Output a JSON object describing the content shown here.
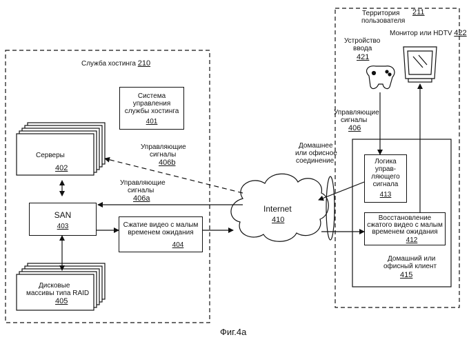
{
  "hosting": {
    "label": "Служба хостинга",
    "number": "210"
  },
  "user_territory": {
    "label_line1": "Территория",
    "label_line2": "пользователя",
    "number": "211"
  },
  "hosting_control_system": {
    "line1": "Система",
    "line2": "управления",
    "line3": "службы хостинга",
    "number": "401"
  },
  "servers": {
    "label": "Серверы",
    "number": "402"
  },
  "san": {
    "label": "SAN",
    "number": "403"
  },
  "video_compression": {
    "line1": "Сжатие видео с малым",
    "line2": "временем ожидания",
    "number": "404"
  },
  "raid": {
    "line1": "Дисковые",
    "line2": "массивы типа RAID",
    "number": "405"
  },
  "control_signals_406a": {
    "line1": "Управляющие",
    "line2": "сигналы",
    "number": "406a"
  },
  "control_signals_406b": {
    "line1": "Управляющие",
    "line2": "сигналы",
    "number": "406b"
  },
  "control_signals_406": {
    "line1": "Управляющие",
    "line2": "сигналы",
    "number": "406"
  },
  "internet": {
    "label": "Internet",
    "number": "410"
  },
  "home_connection": {
    "line1": "Домашнее",
    "line2": "или офисное",
    "line3": "соединение"
  },
  "video_decompression": {
    "line1": "Восстановление",
    "line2": "сжатого видео с малым",
    "line3": "временем ожидания",
    "number": "412"
  },
  "control_logic": {
    "line1": "Логика",
    "line2": "управ-",
    "line3": "ляющего",
    "line4": "сигнала",
    "number": "413"
  },
  "home_client": {
    "line1": "Домашний или",
    "line2": "офисный клиент",
    "number": "415"
  },
  "input_device": {
    "line1": "Устройство",
    "line2": "ввода",
    "number": "421"
  },
  "monitor": {
    "label": "Монитор или HDTV",
    "number": "422"
  },
  "caption": "Фиг.4а"
}
